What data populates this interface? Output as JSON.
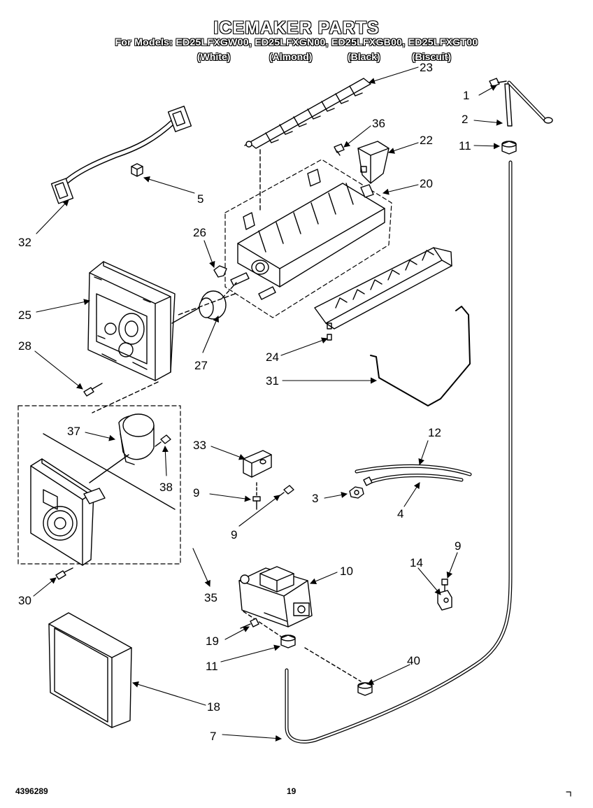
{
  "header": {
    "title": "ICEMAKER PARTS",
    "models": "For Models: ED25LFXGW00, ED25LFXGN00, ED25LFXGB00, ED25LFXGT00",
    "colors": [
      "(White)",
      "(Almond)",
      "(Black)",
      "(Biscuit)"
    ]
  },
  "callouts": {
    "c1": "1",
    "c2": "2",
    "c3": "3",
    "c4": "4",
    "c5": "5",
    "c7": "7",
    "c9a": "9",
    "c9b": "9",
    "c9c": "9",
    "c10": "10",
    "c11a": "11",
    "c11b": "11",
    "c12": "12",
    "c14": "14",
    "c18": "18",
    "c19": "19",
    "c20": "20",
    "c22": "22",
    "c23": "23",
    "c24": "24",
    "c25": "25",
    "c26": "26",
    "c27": "27",
    "c28": "28",
    "c30": "30",
    "c31": "31",
    "c32": "32",
    "c33": "33",
    "c35": "35",
    "c36": "36",
    "c37": "37",
    "c38": "38",
    "c40": "40"
  },
  "footer": {
    "part_number": "4396289",
    "page": "19"
  }
}
